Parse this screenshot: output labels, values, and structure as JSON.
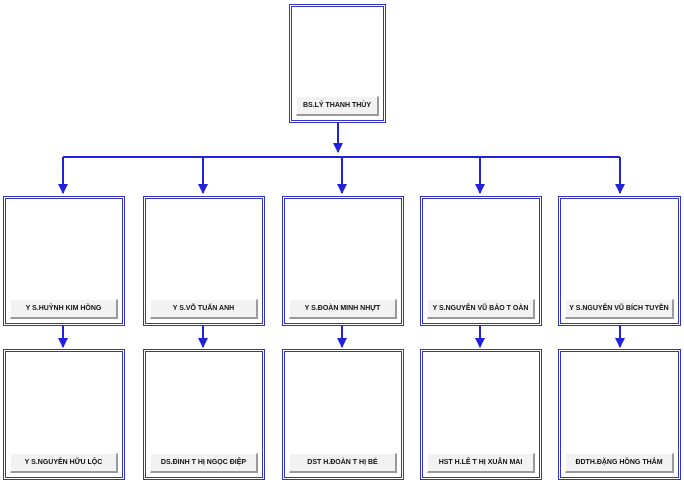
{
  "root": {
    "label": "BS.LÝ THANH THÙY"
  },
  "columns": [
    {
      "top": "Y S.HUỲNH KIM HỒNG",
      "bottom": "Y S.NGUYỄN HỮU LỘC"
    },
    {
      "top": "Y S.VÕ TUẤN ANH",
      "bottom": "DS.ĐINH T HỊ NGỌC ĐIỆP"
    },
    {
      "top": "Y S.ĐOÀN MINH NHỰT",
      "bottom": "DST H.ĐOÀN T HỊ BÉ"
    },
    {
      "top": "Y S.NGUYỄN VŨ BẢO T OÀN",
      "bottom": "HST H.LÊ T HỊ XUÂN MAI"
    },
    {
      "top": "Y S.NGUYỄN VŨ BÍCH TUYỀN",
      "bottom": "ĐDTH.ĐẶNG HỒNG THẮM"
    }
  ],
  "colors": {
    "connector": "#2222dd",
    "border": "#3333cc"
  }
}
